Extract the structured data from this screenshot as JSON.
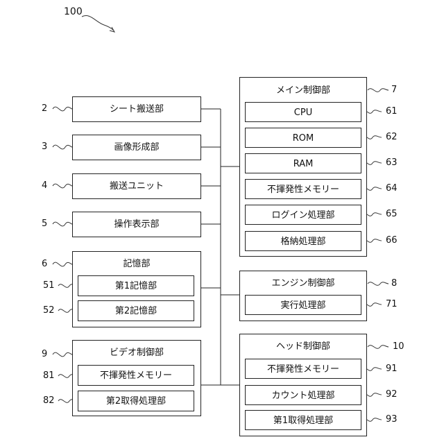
{
  "figure_number": "100",
  "left": {
    "sheet_transport": {
      "ref": "2",
      "label": "シート搬送部"
    },
    "image_forming": {
      "ref": "3",
      "label": "画像形成部"
    },
    "transport_unit": {
      "ref": "4",
      "label": "搬送ユニット"
    },
    "operation_display": {
      "ref": "5",
      "label": "操作表示部"
    },
    "storage": {
      "ref": "6",
      "label": "記憶部",
      "items": [
        {
          "ref": "51",
          "label": "第1記憶部"
        },
        {
          "ref": "52",
          "label": "第2記憶部"
        }
      ]
    },
    "video_control": {
      "ref": "9",
      "label": "ビデオ制御部",
      "items": [
        {
          "ref": "81",
          "label": "不揮発性メモリー"
        },
        {
          "ref": "82",
          "label": "第2取得処理部"
        }
      ]
    }
  },
  "right": {
    "main_control": {
      "ref": "7",
      "label": "メイン制御部",
      "items": [
        {
          "ref": "61",
          "label": "CPU"
        },
        {
          "ref": "62",
          "label": "ROM"
        },
        {
          "ref": "63",
          "label": "RAM"
        },
        {
          "ref": "64",
          "label": "不揮発性メモリー"
        },
        {
          "ref": "65",
          "label": "ログイン処理部"
        },
        {
          "ref": "66",
          "label": "格納処理部"
        }
      ]
    },
    "engine_control": {
      "ref": "8",
      "label": "エンジン制御部",
      "items": [
        {
          "ref": "71",
          "label": "実行処理部"
        }
      ]
    },
    "head_control": {
      "ref": "10",
      "label": "ヘッド制御部",
      "items": [
        {
          "ref": "91",
          "label": "不揮発性メモリー"
        },
        {
          "ref": "92",
          "label": "カウント処理部"
        },
        {
          "ref": "93",
          "label": "第1取得処理部"
        }
      ]
    }
  }
}
